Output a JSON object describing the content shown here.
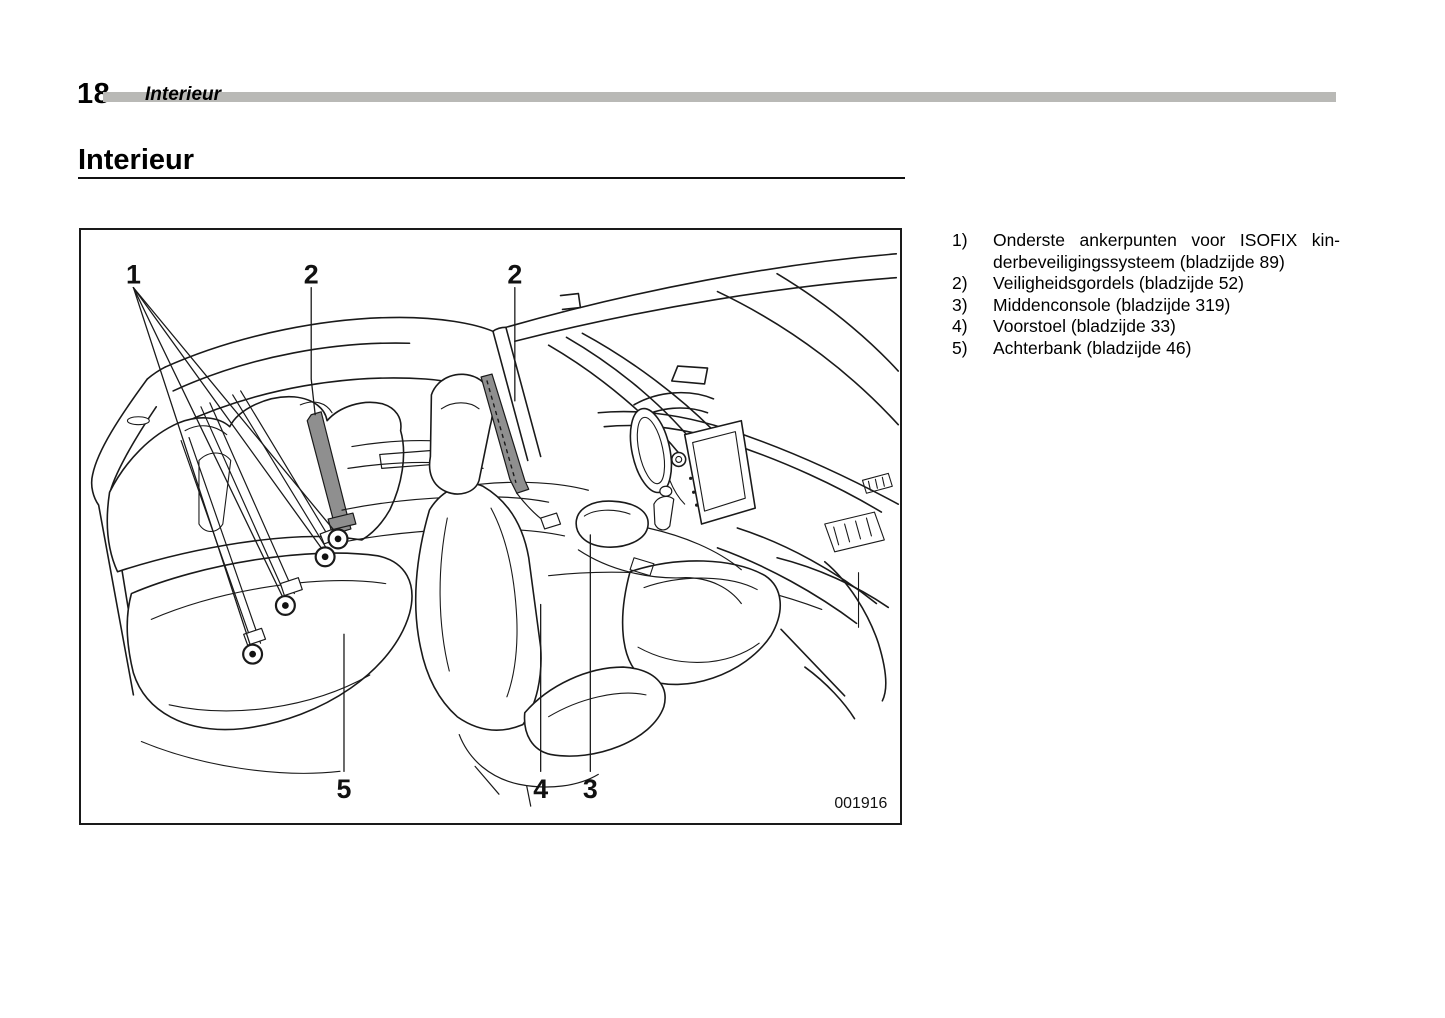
{
  "header": {
    "page_number": "18",
    "section_label": "Interieur"
  },
  "title": "Interieur",
  "figure": {
    "code": "001916",
    "callouts": {
      "c1": "1",
      "c2a": "2",
      "c2b": "2",
      "c3": "3",
      "c4": "4",
      "c5": "5"
    }
  },
  "legend": {
    "items": [
      {
        "num": "1)",
        "lines": [
          "Onderste ankerpunten voor ISOFIX kin-",
          "derbeveiligingssysteem (bladzijde 89)"
        ]
      },
      {
        "num": "2)",
        "lines": [
          "Veiligheidsgordels (bladzijde 52)"
        ]
      },
      {
        "num": "3)",
        "lines": [
          "Middenconsole (bladzijde 319)"
        ]
      },
      {
        "num": "4)",
        "lines": [
          "Voorstoel (bladzijde 33)"
        ]
      },
      {
        "num": "5)",
        "lines": [
          "Achterbank (bladzijde 46)"
        ]
      }
    ]
  },
  "colors": {
    "header_bar": "#b9b9b6",
    "line_art": "#1a1a1a",
    "belt_gray": "#8f8f8f"
  }
}
